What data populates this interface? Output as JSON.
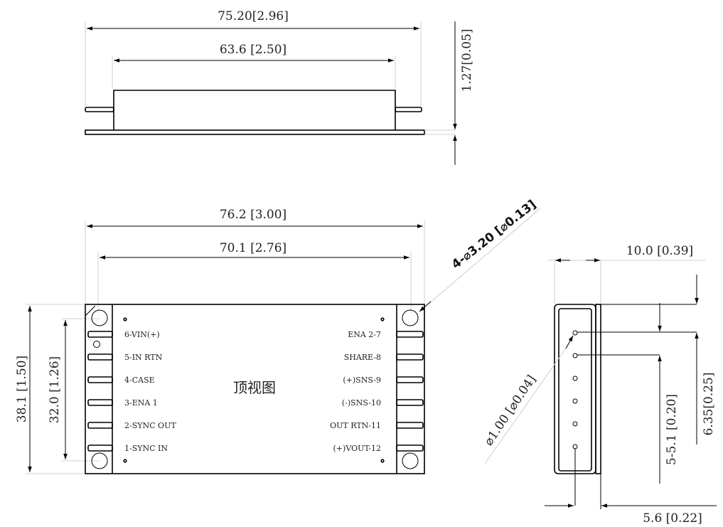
{
  "side_profile": {
    "overall_length": "75.20[2.96]",
    "body_length": "63.6 [2.50]",
    "plate_thickness": "1.27[0.05]"
  },
  "top_view": {
    "title": "顶视图",
    "overall_length": "76.2 [3.00]",
    "hole_spacing_x": "70.1 [2.76]",
    "overall_width": "38.1 [1.50]",
    "hole_spacing_y": "32.0 [1.26]",
    "mounting_holes": "4-⌀3.20 [⌀0.13]",
    "left_pins": [
      "6-VIN(+)",
      "5-IN RTN",
      "4-CASE",
      "3-ENA 1",
      "2-SYNC OUT",
      "1-SYNC IN"
    ],
    "right_pins": [
      "ENA 2-7",
      "SHARE-8",
      "(+)SNS-9",
      "(-)SNS-10",
      "OUT RTN-11",
      "(+)VOUT-12"
    ]
  },
  "end_view": {
    "height": "10.0 [0.39]",
    "first_pin_offset": "6.35[0.25]",
    "pin_pitch": "5-5.1 [0.20]",
    "pin_diameter": "⌀1.00 [⌀0.04]",
    "pin_row_offset": "5.6 [0.22]"
  }
}
